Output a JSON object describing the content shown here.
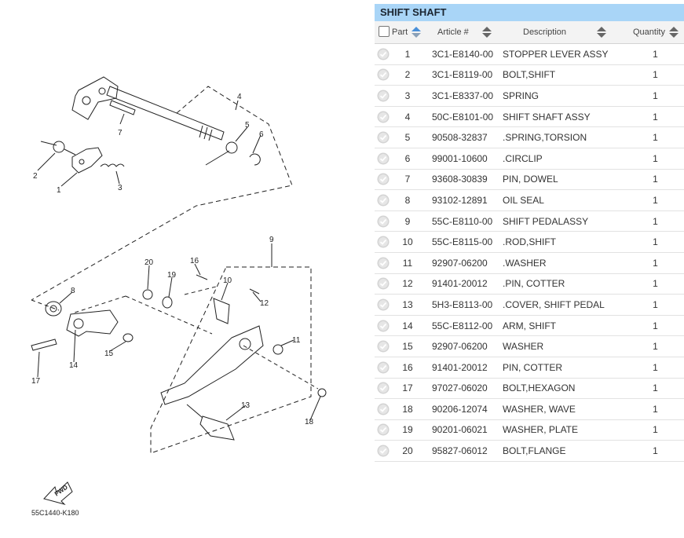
{
  "diagram": {
    "callouts": [
      "1",
      "2",
      "3",
      "4",
      "5",
      "6",
      "7",
      "8",
      "9",
      "10",
      "11",
      "12",
      "13",
      "14",
      "15",
      "16",
      "17",
      "18",
      "19",
      "20"
    ],
    "code": "55C1440-K180",
    "fwd_label": "FWD"
  },
  "panel": {
    "title": "SHIFT SHAFT",
    "columns": {
      "part": "Part",
      "article": "Article #",
      "description": "Description",
      "quantity": "Quantity"
    },
    "rows": [
      {
        "part": "1",
        "article": "3C1-E8140-00",
        "description": "STOPPER LEVER ASSY",
        "qty": "1"
      },
      {
        "part": "2",
        "article": "3C1-E8119-00",
        "description": "BOLT,SHIFT",
        "qty": "1"
      },
      {
        "part": "3",
        "article": "3C1-E8337-00",
        "description": "SPRING",
        "qty": "1"
      },
      {
        "part": "4",
        "article": "50C-E8101-00",
        "description": "SHIFT SHAFT ASSY",
        "qty": "1"
      },
      {
        "part": "5",
        "article": "90508-32837",
        "description": ".SPRING,TORSION",
        "qty": "1"
      },
      {
        "part": "6",
        "article": "99001-10600",
        "description": ".CIRCLIP",
        "qty": "1"
      },
      {
        "part": "7",
        "article": "93608-30839",
        "description": "PIN, DOWEL",
        "qty": "1"
      },
      {
        "part": "8",
        "article": "93102-12891",
        "description": "OIL SEAL",
        "qty": "1"
      },
      {
        "part": "9",
        "article": "55C-E8110-00",
        "description": "SHIFT PEDALASSY",
        "qty": "1"
      },
      {
        "part": "10",
        "article": "55C-E8115-00",
        "description": ".ROD,SHIFT",
        "qty": "1"
      },
      {
        "part": "11",
        "article": "92907-06200",
        "description": ".WASHER",
        "qty": "1"
      },
      {
        "part": "12",
        "article": "91401-20012",
        "description": ".PIN, COTTER",
        "qty": "1"
      },
      {
        "part": "13",
        "article": "5H3-E8113-00",
        "description": ".COVER, SHIFT PEDAL",
        "qty": "1"
      },
      {
        "part": "14",
        "article": "55C-E8112-00",
        "description": "ARM, SHIFT",
        "qty": "1"
      },
      {
        "part": "15",
        "article": "92907-06200",
        "description": "WASHER",
        "qty": "1"
      },
      {
        "part": "16",
        "article": "91401-20012",
        "description": "PIN, COTTER",
        "qty": "1"
      },
      {
        "part": "17",
        "article": "97027-06020",
        "description": "BOLT,HEXAGON",
        "qty": "1"
      },
      {
        "part": "18",
        "article": "90206-12074",
        "description": "WASHER, WAVE",
        "qty": "1"
      },
      {
        "part": "19",
        "article": "90201-06021",
        "description": "WASHER, PLATE",
        "qty": "1"
      },
      {
        "part": "20",
        "article": "95827-06012",
        "description": "BOLT,FLANGE",
        "qty": "1"
      }
    ]
  },
  "colors": {
    "header_bg": "#a9d5f7",
    "sort_up": "#4a90d9",
    "sort_down": "#666666",
    "row_check": "#c8c8c8"
  }
}
